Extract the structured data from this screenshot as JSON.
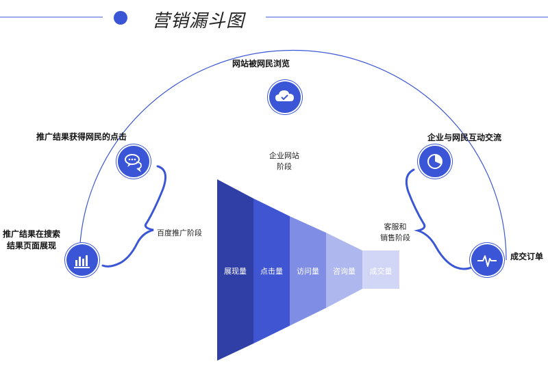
{
  "title": "营销漏斗图",
  "nodes": {
    "browse": "网站被网民浏览",
    "click": "推广结果获得网民的点击",
    "search_line1": "推广结果在搜索",
    "search_line2": "结果页面展现",
    "interact": "企业与网民互动交流",
    "order": "成交订单"
  },
  "notes": {
    "promo": "百度推广阶段",
    "site_line1": "企业网站",
    "site_line2": "阶段",
    "service_line1": "客服和",
    "service_line2": "销售阶段"
  },
  "funnel": {
    "segments": [
      "展现量",
      "点击量",
      "访问量",
      "咨询量",
      "成交量"
    ],
    "colors": [
      "#2f3fa6",
      "#3f55d2",
      "#7f8ee4",
      "#aeb7ee",
      "#d2d6f6"
    ]
  },
  "icons": {
    "browse": "cloud-check-icon",
    "click": "chat-bubbles-icon",
    "search": "bar-chart-icon",
    "interact": "pie-chart-icon",
    "order": "heartbeat-icon"
  },
  "accent": "#3a56d6"
}
